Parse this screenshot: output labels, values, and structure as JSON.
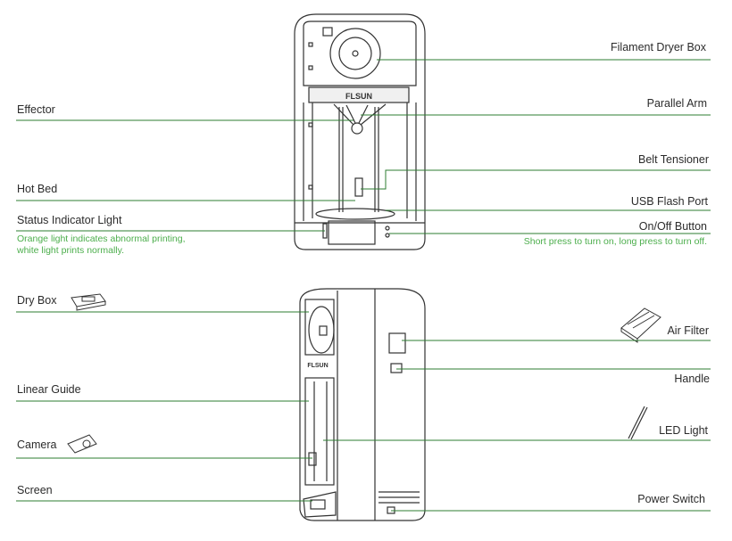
{
  "brand": "FLSUN",
  "colors": {
    "leader": "#2e7d32",
    "note": "#4cae4c",
    "text": "#2b2b2b",
    "outline": "#333333"
  },
  "top_figure": {
    "left_labels": {
      "effector": "Effector",
      "hot_bed": "Hot Bed",
      "status_light": "Status Indicator Light",
      "status_note_1": "Orange light indicates abnormal printing,",
      "status_note_2": "white light prints normally."
    },
    "right_labels": {
      "dryer_box": "Filament Dryer Box",
      "parallel_arm": "Parallel Arm",
      "belt_tensioner": "Belt Tensioner",
      "usb_port": "USB Flash Port",
      "onoff_button": "On/Off Button",
      "onoff_note": "Short press to turn on, long press to turn off."
    }
  },
  "bottom_figure": {
    "left_labels": {
      "dry_box": "Dry Box",
      "linear_guide": "Linear Guide",
      "camera": "Camera",
      "screen": "Screen"
    },
    "right_labels": {
      "air_filter": "Air Filter",
      "handle": "Handle",
      "led_light": "LED  Light",
      "power_switch": "Power Switch"
    }
  }
}
